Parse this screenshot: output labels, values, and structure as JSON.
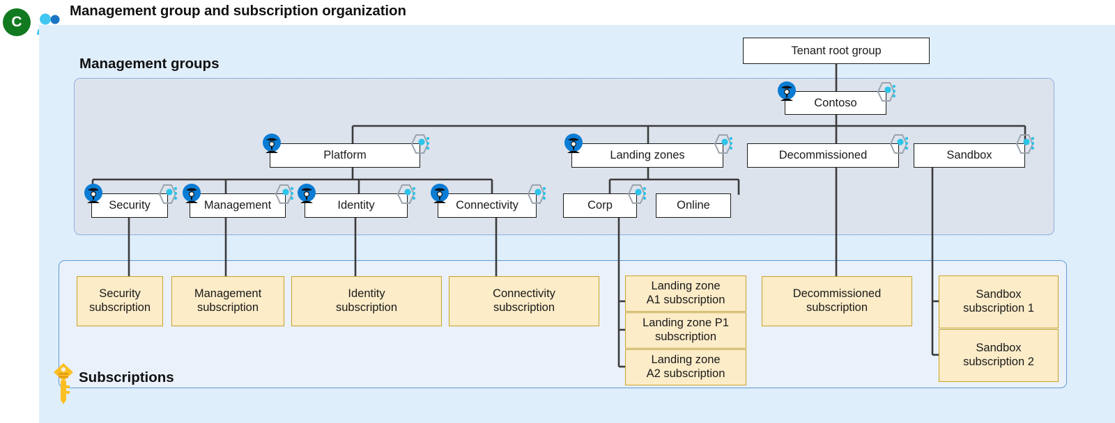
{
  "header": {
    "avatar_letter": "C",
    "avatar_color": "#117a21",
    "users_icon": "users-icon",
    "title": "Management group and subscription organization"
  },
  "sections": {
    "management_groups_heading": "Management groups",
    "subscriptions_heading": "Subscriptions",
    "key_icon": "key-icon"
  },
  "colors": {
    "outer_panel": "#dfeefb",
    "mg_container_fill": "#dde3ec",
    "mg_container_border": "#3a7ad5",
    "sub_container_fill": "#eaf1fb",
    "sub_container_border": "#5b9bd5",
    "node_fill": "#ffffff",
    "node_border": "#1a1a1a",
    "subscription_fill": "#fcecc8",
    "subscription_border": "#c9a227",
    "connector": "#3b3b3b",
    "policy_icon": "#0a7cd4",
    "hexagon_icon": "#9aa3ad",
    "hexagon_dot": "#2ec3e8"
  },
  "management_groups": {
    "tenant_root": {
      "label": "Tenant root group",
      "icons": []
    },
    "contoso": {
      "label": "Contoso",
      "icons": [
        "policy-icon",
        "management-group-icon"
      ]
    },
    "level2": [
      {
        "label": "Platform",
        "icons": [
          "policy-icon",
          "management-group-icon"
        ]
      },
      {
        "label": "Landing zones",
        "icons": [
          "policy-icon",
          "management-group-icon"
        ]
      },
      {
        "label": "Decommissioned",
        "icons": [
          "management-group-icon"
        ]
      },
      {
        "label": "Sandbox",
        "icons": [
          "management-group-icon"
        ]
      }
    ],
    "platform_children": [
      {
        "label": "Security",
        "icons": [
          "policy-icon",
          "management-group-icon"
        ]
      },
      {
        "label": "Management",
        "icons": [
          "policy-icon",
          "management-group-icon"
        ]
      },
      {
        "label": "Identity",
        "icons": [
          "policy-icon",
          "management-group-icon"
        ]
      },
      {
        "label": "Connectivity",
        "icons": [
          "policy-icon",
          "management-group-icon"
        ]
      }
    ],
    "landing_zone_children": [
      {
        "label": "Corp",
        "icons": [
          "management-group-icon"
        ]
      },
      {
        "label": "Online",
        "icons": []
      }
    ]
  },
  "subscriptions": {
    "platform": [
      {
        "line1": "Security",
        "line2": "subscription"
      },
      {
        "line1": "Management",
        "line2": "subscription"
      },
      {
        "line1": "Identity",
        "line2": "subscription"
      },
      {
        "line1": "Connectivity",
        "line2": "subscription"
      }
    ],
    "landing_zones": [
      {
        "line1": "Landing zone",
        "line2": "A1 subscription"
      },
      {
        "line1": "Landing zone P1",
        "line2": "subscription"
      },
      {
        "line1": "Landing zone",
        "line2": "A2 subscription"
      }
    ],
    "decommissioned": [
      {
        "line1": "Decommissioned",
        "line2": "subscription"
      }
    ],
    "sandbox": [
      {
        "line1": "Sandbox",
        "line2": "subscription 1"
      },
      {
        "line1": "Sandbox",
        "line2": "subscription 2"
      }
    ]
  }
}
